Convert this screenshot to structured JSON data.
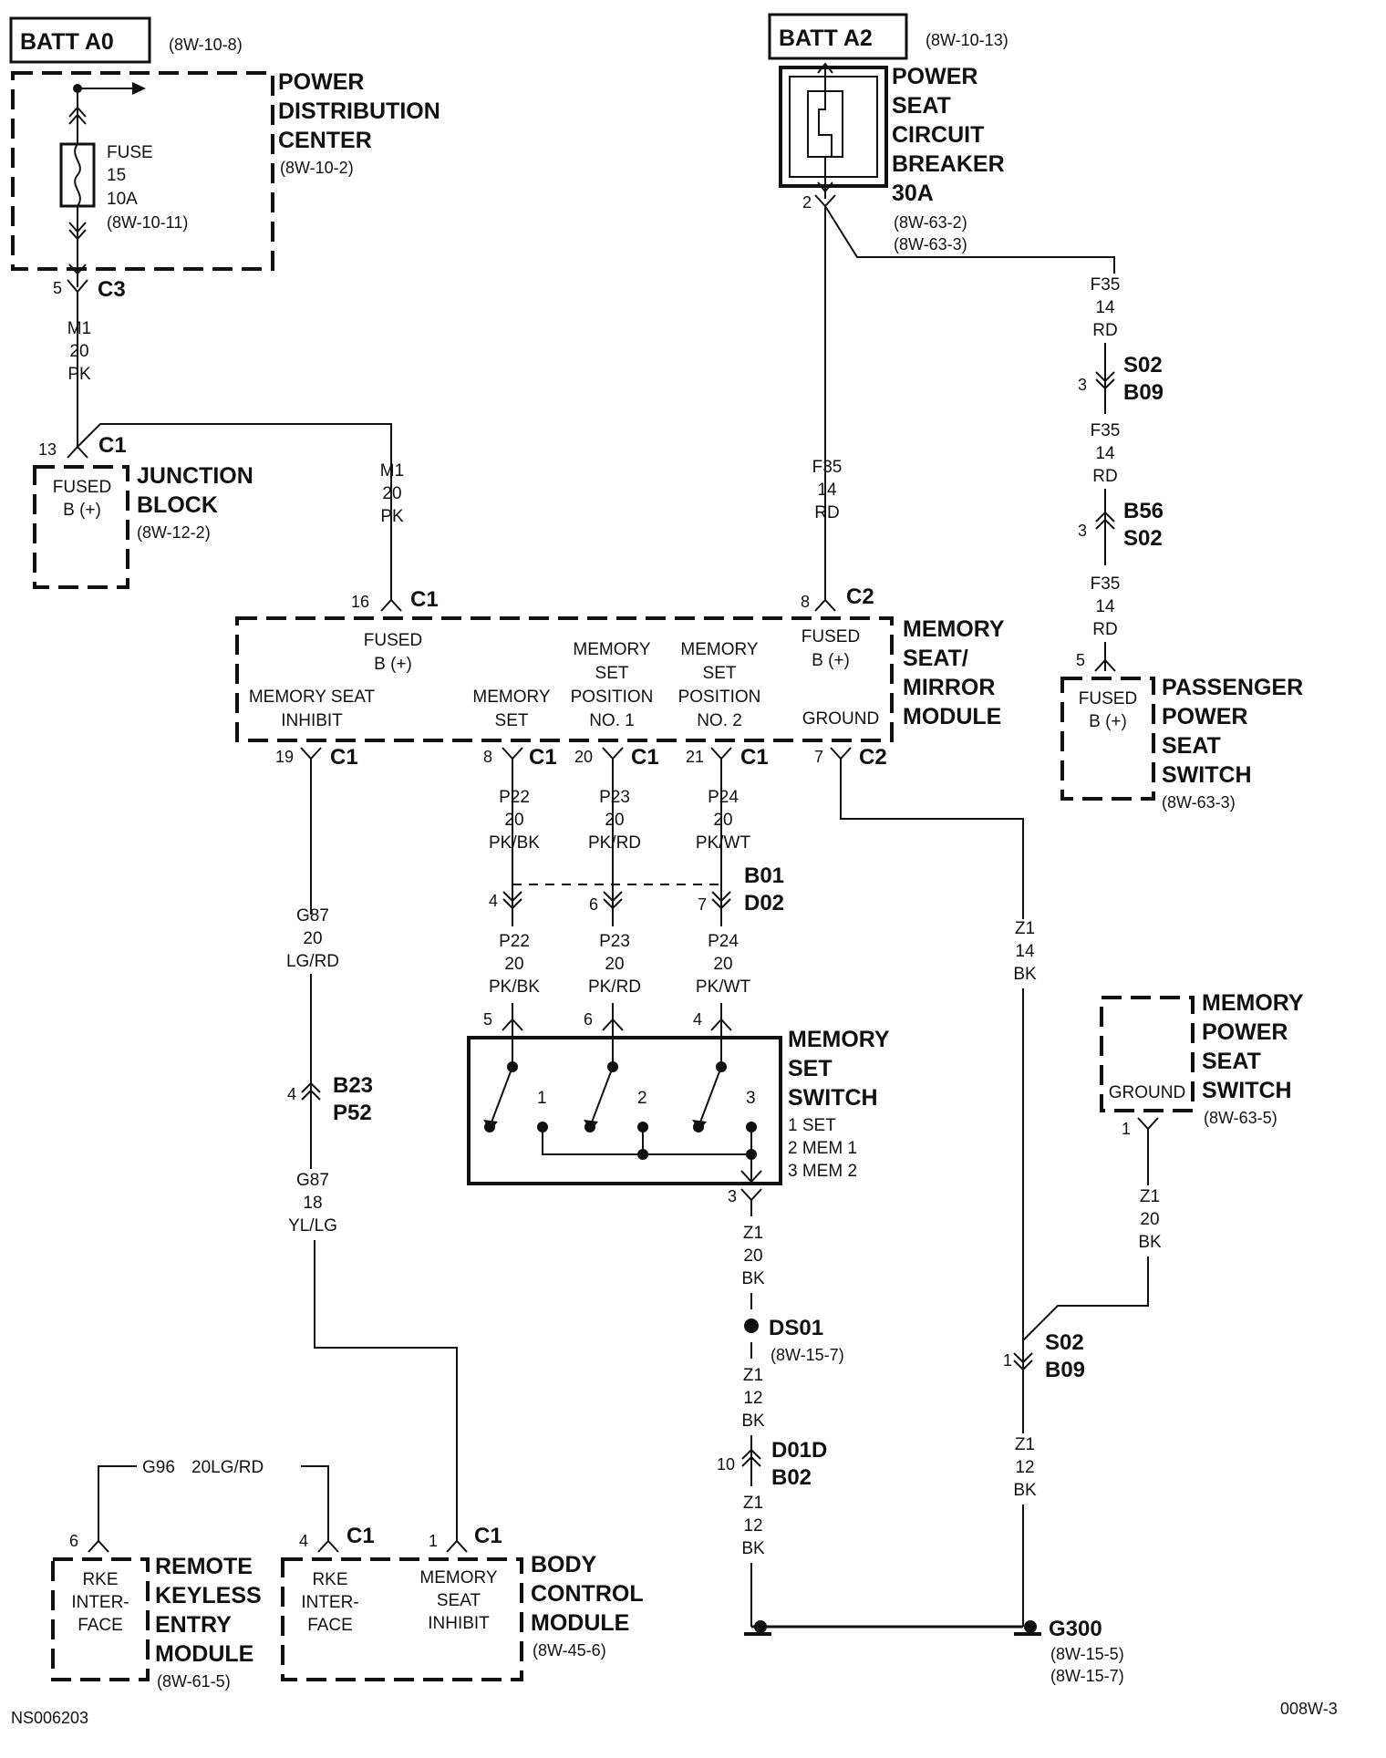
{
  "sources": {
    "batt_a0": {
      "label": "BATT A0",
      "ref": "(8W-10-8)"
    },
    "batt_a2": {
      "label": "BATT A2",
      "ref": "(8W-10-13)"
    }
  },
  "pdc": {
    "title": [
      "POWER",
      "DISTRIBUTION",
      "CENTER"
    ],
    "ref": "(8W-10-2)",
    "fuse": [
      "FUSE",
      "15",
      "10A",
      "(8W-10-11)"
    ],
    "pin": "5",
    "conn": "C3"
  },
  "breaker": {
    "title": [
      "POWER",
      "SEAT",
      "CIRCUIT",
      "BREAKER",
      "30A"
    ],
    "refs": [
      "(8W-63-2)",
      "(8W-63-3)"
    ],
    "pin": "2"
  },
  "wires": {
    "m1_a": [
      "M1",
      "20",
      "PK"
    ],
    "m1_b": [
      "M1",
      "20",
      "PK"
    ],
    "f35_main": [
      "F35",
      "14",
      "RD"
    ],
    "f35_1": [
      "F35",
      "14",
      "RD"
    ],
    "f35_2": [
      "F35",
      "14",
      "RD"
    ],
    "f35_3": [
      "F35",
      "14",
      "RD"
    ],
    "g87_a": [
      "G87",
      "20",
      "LG/RD"
    ],
    "g87_b": [
      "G87",
      "18",
      "YL/LG"
    ],
    "p22_a": [
      "P22",
      "20",
      "PK/BK"
    ],
    "p23_a": [
      "P23",
      "20",
      "PK/RD"
    ],
    "p24_a": [
      "P24",
      "20",
      "PK/WT"
    ],
    "p22_b": [
      "P22",
      "20",
      "PK/BK"
    ],
    "p23_b": [
      "P23",
      "20",
      "PK/RD"
    ],
    "p24_b": [
      "P24",
      "20",
      "PK/WT"
    ],
    "z1_right": [
      "Z1",
      "14",
      "BK"
    ],
    "z1_sw": [
      "Z1",
      "20",
      "BK"
    ],
    "z1_mps": [
      "Z1",
      "20",
      "BK"
    ],
    "z1_mid1": [
      "Z1",
      "12",
      "BK"
    ],
    "z1_mid2": [
      "Z1",
      "12",
      "BK"
    ],
    "z1_g": [
      "Z1",
      "12",
      "BK"
    ],
    "g96": "G96",
    "g96_gauge": "20LG/RD"
  },
  "junction": {
    "pin": "13",
    "conn": "C1",
    "inner": [
      "FUSED",
      "B (+)"
    ],
    "title": [
      "JUNCTION",
      "BLOCK"
    ],
    "ref": "(8W-12-2)"
  },
  "msm": {
    "title": [
      "MEMORY",
      "SEAT/",
      "MIRROR",
      "MODULE"
    ],
    "fused_c1": [
      "FUSED",
      "B (+)"
    ],
    "fused_c2": [
      "FUSED",
      "B (+)"
    ],
    "inhibit": [
      "MEMORY SEAT",
      "INHIBIT"
    ],
    "mem_set": [
      "MEMORY",
      "SET"
    ],
    "pos1": [
      "MEMORY",
      "SET",
      "POSITION",
      "NO. 1"
    ],
    "pos2": [
      "MEMORY",
      "SET",
      "POSITION",
      "NO. 2"
    ],
    "ground": "GROUND",
    "pins": {
      "fused_c1": "16",
      "fused_c2": "8",
      "inhibit": "19",
      "set": "8",
      "pos1": "20",
      "pos2": "21",
      "ground": "7"
    },
    "c1": "C1",
    "c2": "C2"
  },
  "connectors": {
    "s02_b09_top": {
      "pin": "3",
      "top": "S02",
      "bot": "B09"
    },
    "b56_s02": {
      "pin": "3",
      "top": "B56",
      "bot": "S02"
    },
    "b01_d02": {
      "pins": [
        "4",
        "6",
        "7"
      ],
      "top": "B01",
      "bot": "D02"
    },
    "b23_p52": {
      "pin": "4",
      "top": "B23",
      "bot": "P52"
    },
    "ds01": {
      "label": "DS01",
      "ref": "(8W-15-7)"
    },
    "d01d_b02": {
      "pin": "10",
      "top": "D01D",
      "bot": "B02"
    },
    "s02_b09_bot": {
      "pin": "1",
      "top": "S02",
      "bot": "B09"
    }
  },
  "pps": {
    "pin": "5",
    "inner": [
      "FUSED",
      "B (+)"
    ],
    "title": [
      "PASSENGER",
      "POWER",
      "SEAT",
      "SWITCH"
    ],
    "ref": "(8W-63-3)"
  },
  "mss": {
    "title": [
      "MEMORY",
      "SET",
      "SWITCH"
    ],
    "legend": [
      "1 SET",
      "2 MEM 1",
      "3 MEM 2"
    ],
    "positions": [
      "1",
      "2",
      "3"
    ],
    "pins_top": [
      "5",
      "6",
      "4"
    ],
    "pin_bottom": "3"
  },
  "mpss": {
    "title": [
      "MEMORY",
      "POWER",
      "SEAT",
      "SWITCH"
    ],
    "ref": "(8W-63-5)",
    "inner": "GROUND",
    "pin": "1"
  },
  "rke": {
    "pin": "6",
    "inner": [
      "RKE",
      "INTER-",
      "FACE"
    ],
    "title": [
      "REMOTE",
      "KEYLESS",
      "ENTRY",
      "MODULE"
    ],
    "ref": "(8W-61-5)"
  },
  "bcm": {
    "pins": [
      "4",
      "1"
    ],
    "conn": "C1",
    "rke_inner": [
      "RKE",
      "INTER-",
      "FACE"
    ],
    "inhibit_inner": [
      "MEMORY",
      "SEAT",
      "INHIBIT"
    ],
    "title": [
      "BODY",
      "CONTROL",
      "MODULE"
    ],
    "ref": "(8W-45-6)"
  },
  "g300": {
    "label": "G300",
    "refs": [
      "(8W-15-5)",
      "(8W-15-7)"
    ]
  },
  "footer": {
    "left": "NS006203",
    "right": "008W-3"
  }
}
